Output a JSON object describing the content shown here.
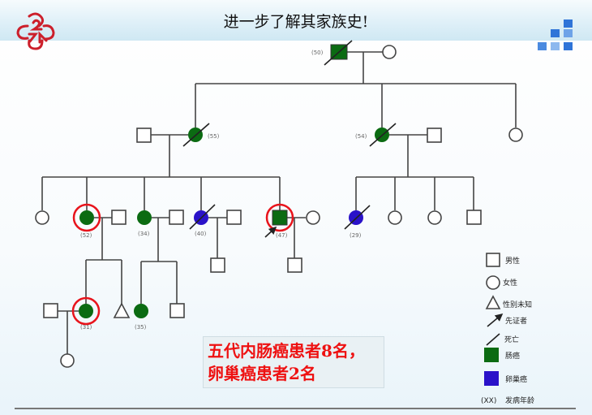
{
  "title": "进一步了解其家族史!",
  "logo": {
    "name": "hospital-logo",
    "color": "#cc1f2b"
  },
  "corner_decoration": {
    "name": "blue-blocks",
    "color": "#2a6fd6"
  },
  "colors": {
    "colorectal_cancer": "#0b6b12",
    "ovarian_cancer": "#2a12c9",
    "proband_circle": "#e8141c",
    "note_text": "#ee1111"
  },
  "pedigree": {
    "generation_1": {
      "father": {
        "sex": "male",
        "condition": "colorectal",
        "deceased": true,
        "age_label": "(50)"
      },
      "mother": {
        "sex": "female"
      }
    },
    "generation_2": [
      {
        "sex": "female",
        "condition": "colorectal",
        "deceased": true,
        "age_label": "(55)",
        "spouse": "male"
      },
      {
        "sex": "female",
        "condition": "colorectal",
        "deceased": true,
        "age_label": "(54)",
        "spouse": "male"
      },
      {
        "sex": "female"
      }
    ],
    "generation_3": [
      {
        "sex": "female"
      },
      {
        "sex": "female",
        "condition": "colorectal",
        "marked": true,
        "age_label": "(52)",
        "spouse": "male"
      },
      {
        "sex": "female",
        "condition": "colorectal",
        "age_label": "(34)",
        "spouse": "male"
      },
      {
        "sex": "female",
        "condition": "ovarian",
        "deceased": true,
        "age_label": "(40)",
        "spouse": "male"
      },
      {
        "sex": "male",
        "condition": "colorectal",
        "proband": true,
        "marked": true,
        "age_label": "(47)",
        "spouse": "female"
      },
      {
        "sex": "female",
        "condition": "ovarian",
        "deceased": true,
        "age_label": "(29)"
      },
      {
        "sex": "female"
      },
      {
        "sex": "female"
      },
      {
        "sex": "male"
      }
    ],
    "generation_4": [
      {
        "sex": "female",
        "condition": "colorectal",
        "marked": true,
        "age_label": "(31)",
        "spouse": "male"
      },
      {
        "sex": "unknown"
      },
      {
        "sex": "female",
        "condition": "colorectal",
        "age_label": "(35)"
      },
      {
        "sex": "male"
      },
      {
        "sex": "male"
      },
      {
        "sex": "male"
      }
    ],
    "generation_5": [
      {
        "sex": "female"
      }
    ]
  },
  "legend": [
    {
      "symbol": "square",
      "label": "男性"
    },
    {
      "symbol": "circle",
      "label": "女性"
    },
    {
      "symbol": "triangle",
      "label": "性别未知"
    },
    {
      "symbol": "arrow",
      "label": "先证者"
    },
    {
      "symbol": "slash",
      "label": "死亡"
    },
    {
      "symbol": "green-square",
      "label": "肠癌"
    },
    {
      "symbol": "blue-square",
      "label": "卵巢癌"
    },
    {
      "symbol": "age-text",
      "prefix": "(XX)",
      "label": "发病年龄"
    }
  ],
  "note": "五代内肠癌患者8名，卵巢癌患者2名"
}
